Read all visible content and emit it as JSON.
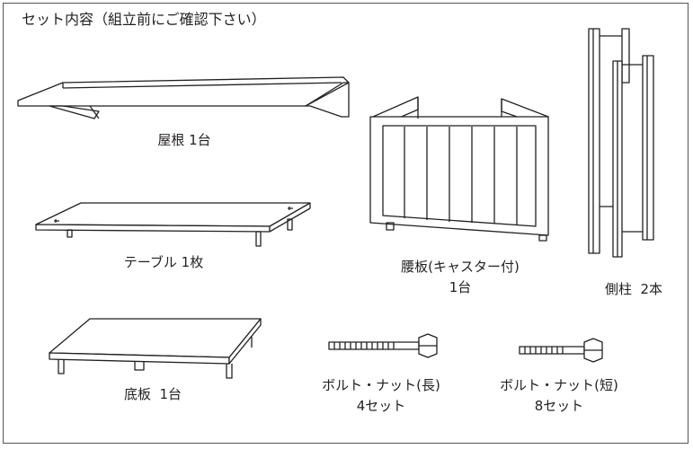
{
  "title": "セット内容（組立前にご確認下さい）",
  "parts": {
    "roof": {
      "name": "屋根",
      "qty": "1台"
    },
    "table": {
      "name": "テーブル",
      "qty": "1枚"
    },
    "bottom_board": {
      "name": "底板",
      "qty": "1台"
    },
    "waist_panel": {
      "name": "腰板(キャスター付)",
      "qty": "1台"
    },
    "side_column": {
      "name": "側柱",
      "qty": "2本"
    },
    "bolt_long": {
      "name": "ボルト・ナット(長)",
      "qty": "4セット"
    },
    "bolt_short": {
      "name": "ボルト・ナット(短)",
      "qty": "8セット"
    }
  }
}
